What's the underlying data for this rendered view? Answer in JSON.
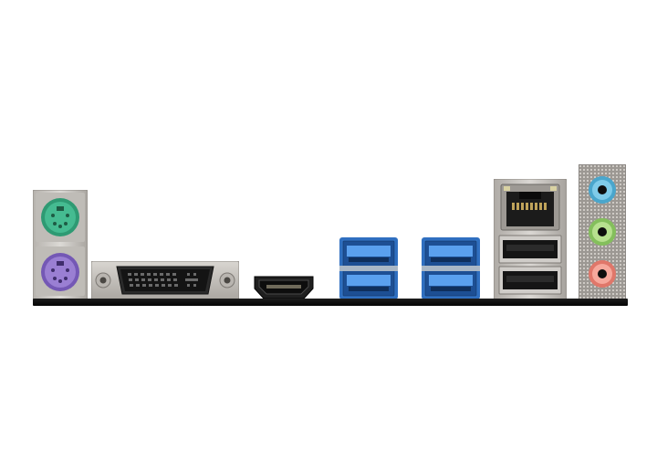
{
  "colors": {
    "background": "#ffffff",
    "ps2_keyboard": "#3fb38a",
    "ps2_mouse": "#8f72c9",
    "usb3_blue": "#2f6fc0",
    "usb2_black": "#1a1a1a",
    "metal_shield": "#c9c6c2",
    "audio_line_in": "#5fb7d9",
    "audio_line_out": "#9fd27a",
    "audio_mic": "#ef8f82"
  },
  "ports": [
    {
      "id": "ps2",
      "icon": "ps2-combo-port-icon"
    },
    {
      "id": "dvi",
      "icon": "dvi-port-icon"
    },
    {
      "id": "hdmi",
      "icon": "hdmi-port-icon"
    },
    {
      "id": "usb3_a",
      "icon": "usb3-dual-port-icon"
    },
    {
      "id": "usb3_b",
      "icon": "usb3-dual-port-icon"
    },
    {
      "id": "lan_usb",
      "icon": "lan-usb-stack-icon"
    },
    {
      "id": "audio",
      "icon": "audio-jack-stack-icon"
    }
  ]
}
